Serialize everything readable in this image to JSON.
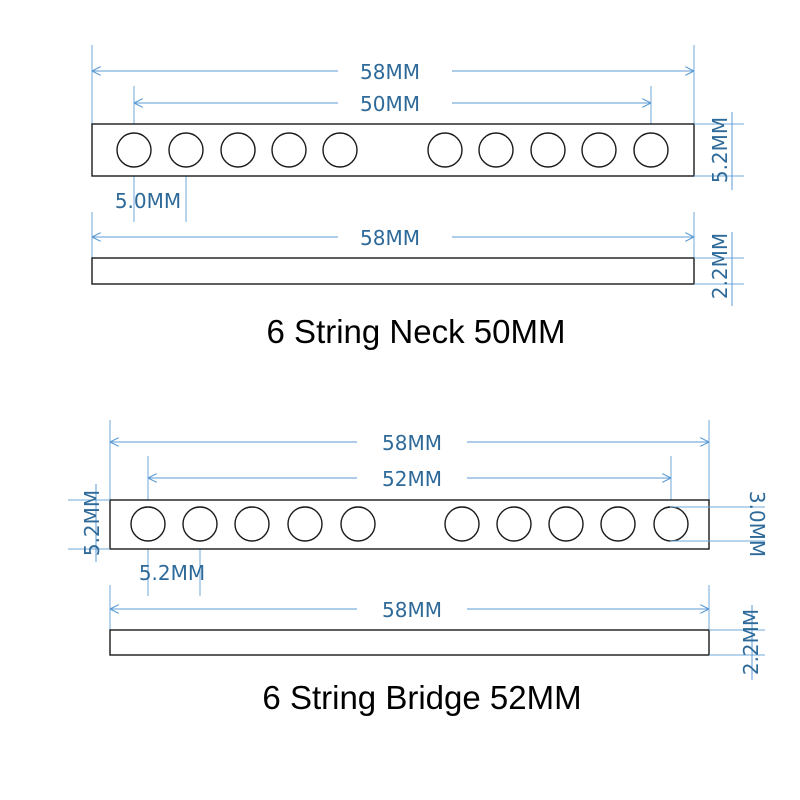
{
  "colors": {
    "dimension": "#5b9bd5",
    "dimension_text": "#2e6a99",
    "outline": "#1a1a1a",
    "title": "#000000"
  },
  "neck": {
    "title": "6 String Neck 50MM",
    "top_view": {
      "overall_length": "58MM",
      "hole_span": "50MM",
      "height": "5.2MM",
      "hole_diameter": "5.0MM",
      "hole_count": 10
    },
    "side_view": {
      "length": "58MM",
      "thickness": "2.2MM"
    }
  },
  "bridge": {
    "title": "6 String Bridge 52MM",
    "top_view": {
      "overall_length": "58MM",
      "hole_span": "52MM",
      "height": "5.2MM",
      "hole_diameter": "5.2MM",
      "hole_offset": "3.0MM",
      "hole_count": 10
    },
    "side_view": {
      "length": "58MM",
      "thickness": "2.2MM"
    }
  }
}
